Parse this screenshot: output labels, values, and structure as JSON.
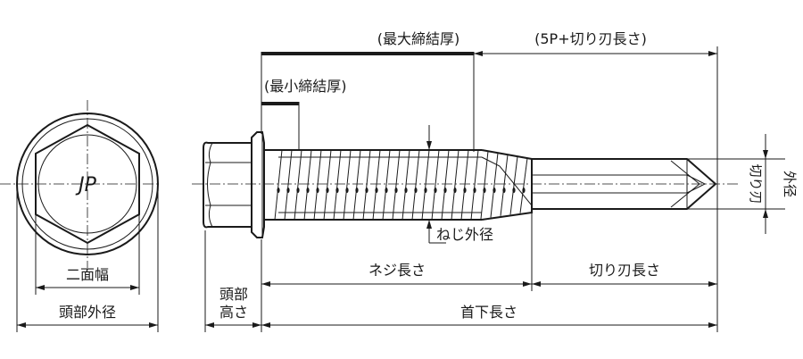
{
  "labels": {
    "max_thickness": "(最大締結厚)",
    "min_thickness": "(最小締結厚)",
    "pitch_drill": "(5P+切り刃長さ)",
    "drill_diameter_line1": "切り刃",
    "drill_diameter_line2": "外径",
    "thread_diameter": "ねじ外径",
    "across_flats": "二面幅",
    "head_outer_diameter": "頭部外径",
    "head_height_line1": "頭部",
    "head_height_line2": "高さ",
    "thread_length": "ネジ長さ",
    "drill_length": "切り刃長さ",
    "under_head_length": "首下長さ"
  },
  "head_mark": "JP"
}
